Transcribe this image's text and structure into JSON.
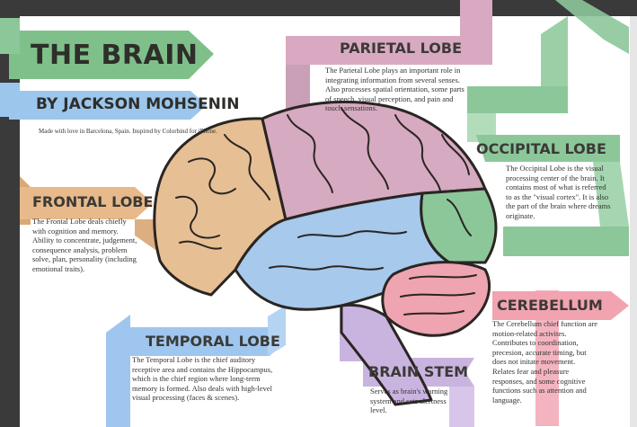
{
  "title": "THE BRAIN",
  "author": "BY JACKSON MOHSENIN",
  "credit": "Made with love in Barcelona, Spain. Inspired by Colorbind for iPhone.",
  "sections": {
    "frontal": {
      "label": "FRONTAL LOBE",
      "text": "The Frontal Lobe deals chiefly with cognition and memory. Ability to concentrate, judgement, consequence analysis, problem solve, plan, personality (including emotional traits).",
      "color": "#e8b98a"
    },
    "parietal": {
      "label": "PARIETAL LOBE",
      "text": "The Parietal Lobe plays an important role in integrating information from several senses. Also processes spatial orientation, some parts of speech, visual perception, and pain and touch sensations.",
      "color": "#d9a9c2"
    },
    "occipital": {
      "label": "OCCIPITAL LOBE",
      "text": "The Occipital Lobe is the visual processing center of the brain. It contains most of what is referred to as the \"visual cortex\". It is also the part of the brain where dreams originate.",
      "color": "#8cc79a"
    },
    "temporal": {
      "label": "TEMPORAL LOBE",
      "text": "The Temporal Lobe is the chief auditory receptive area and contains the Hippocampus, which is the chief region where long-term memory is formed. Also deals with high-level visual processing (faces & scenes).",
      "color": "#9fc6ee"
    },
    "cerebellum": {
      "label": "CEREBELLUM",
      "text": "The Cerebellum chief function are motion-related activites. Contributes to coordination, precesion, accurate timing, but does not initate movement. Relates fear and pleasure responses, and some cognitive functions such as attention and language.",
      "color": "#f2a3b0"
    },
    "stem": {
      "label": "BRAIN STEM",
      "text": "Serves as brain's warning system and sets alertness level.",
      "color": "#c9b4e0"
    }
  },
  "colors": {
    "title_ribbon": "#7fc08a",
    "author_ribbon": "#9cc6ec",
    "frame": "#3a3a3a",
    "outline": "#2a2522"
  }
}
